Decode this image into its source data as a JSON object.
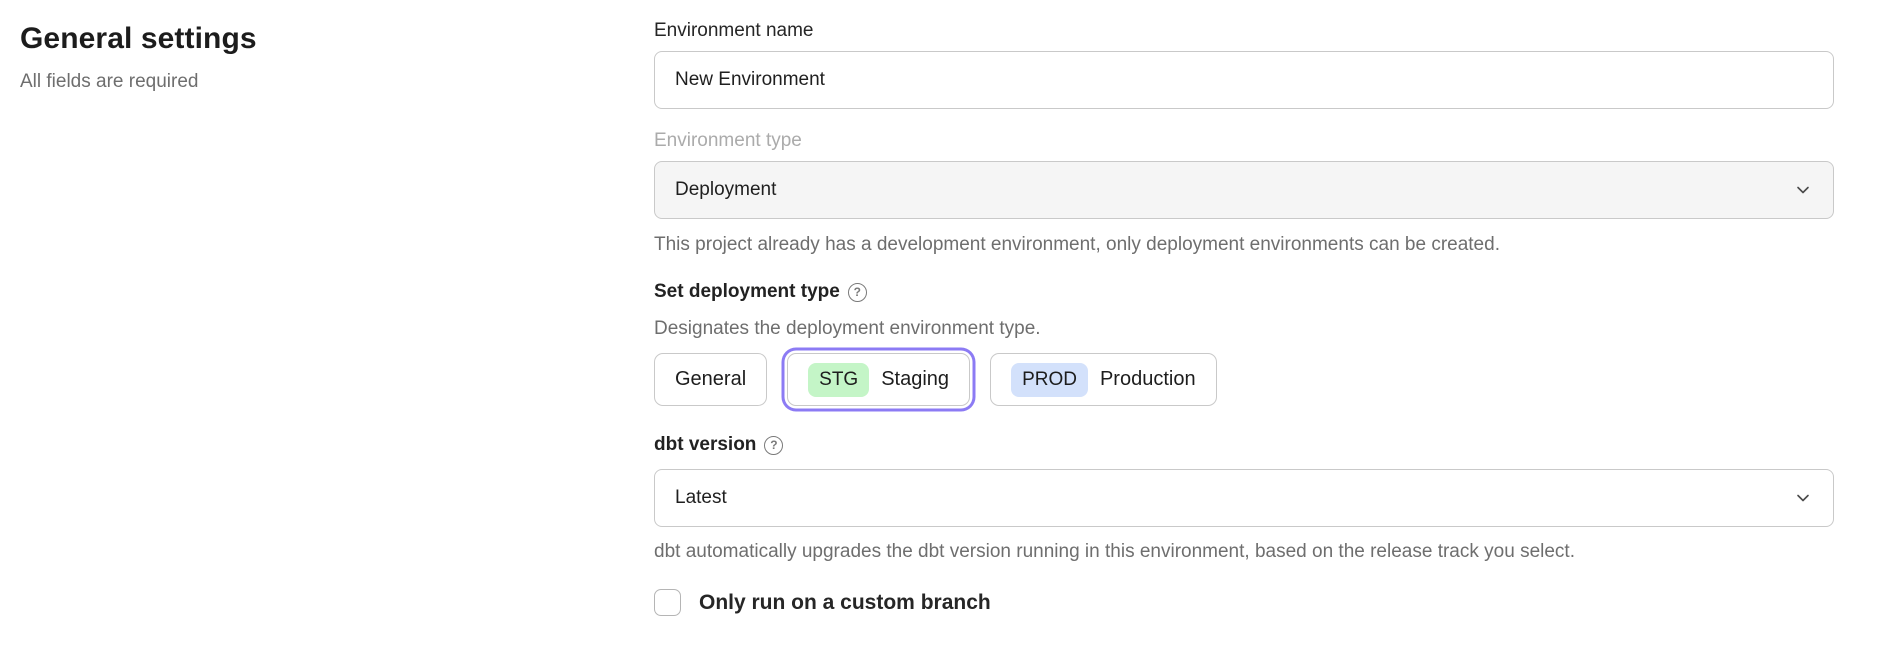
{
  "page": {
    "title": "General settings",
    "subtitle": "All fields are required"
  },
  "form": {
    "environment_name": {
      "label": "Environment name",
      "value": "New Environment"
    },
    "environment_type": {
      "label": "Environment type",
      "value": "Deployment",
      "disabled": true,
      "helper": "This project already has a development environment, only deployment environments can be created."
    },
    "deployment_type": {
      "label": "Set deployment type",
      "helper": "Designates the deployment environment type.",
      "options": [
        {
          "label": "General",
          "badge": "",
          "selected": false
        },
        {
          "label": "Staging",
          "badge": "STG",
          "selected": true
        },
        {
          "label": "Production",
          "badge": "PROD",
          "selected": false
        }
      ]
    },
    "dbt_version": {
      "label": "dbt version",
      "value": "Latest",
      "helper": "dbt automatically upgrades the dbt version running in this environment, based on the release track you select."
    },
    "custom_branch": {
      "label": "Only run on a custom branch",
      "checked": false
    }
  },
  "icons": {
    "help": "?",
    "chevron_down": "v"
  },
  "colors": {
    "accent_purple": "#8c7bf4",
    "badge_staging_bg": "#c4f5c7",
    "badge_production_bg": "#d3e1fb",
    "disabled_bg": "#f5f5f5",
    "border": "#c9c9c9"
  }
}
